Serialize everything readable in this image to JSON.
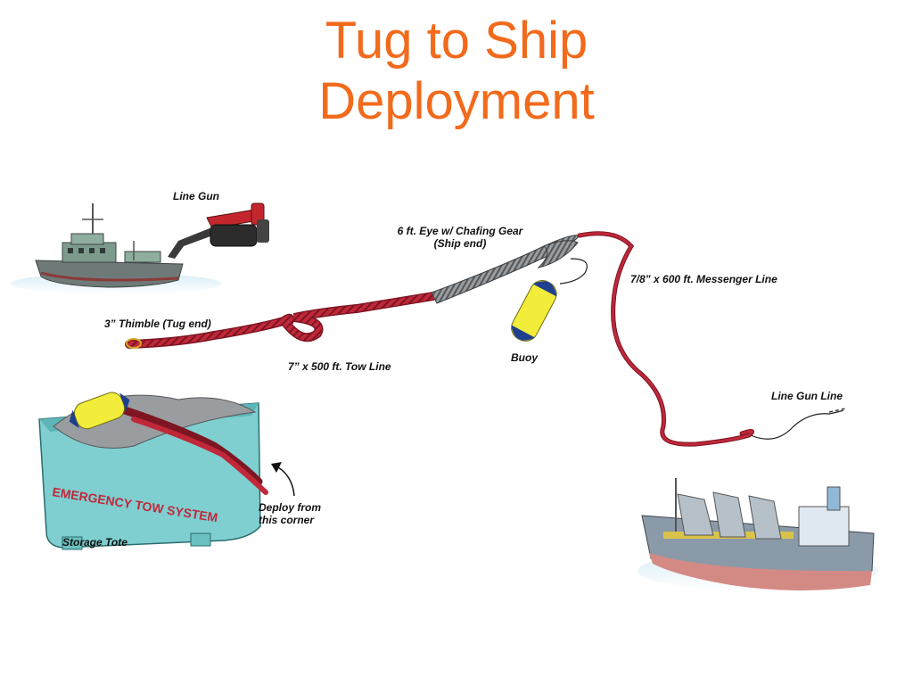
{
  "slide": {
    "title_line1": "Tug to Ship",
    "title_line2": "Deployment"
  },
  "labels": {
    "line_gun": "Line Gun",
    "eye_line1": "6 ft. Eye w/ Chafing Gear",
    "eye_line2": "(Ship end)",
    "messenger_line": "7/8” x 600 ft. Messenger Line",
    "thimble": "3” Thimble (Tug end)",
    "tow_line": "7” x 500 ft. Tow Line",
    "buoy": "Buoy",
    "line_gun_line": "Line Gun Line",
    "deploy_line1": "Deploy from",
    "deploy_line2": "this corner",
    "storage_tote": "Storage Tote",
    "tote_text": "EMERGENCY TOW SYSTEM"
  },
  "colors": {
    "title": "#f26a1b",
    "rope": "#c0283a",
    "chafing_gear": "#8a8d90",
    "buoy_body": "#f2ec3a",
    "buoy_cap": "#1f3f8f",
    "tote": "#7fcfd0"
  }
}
